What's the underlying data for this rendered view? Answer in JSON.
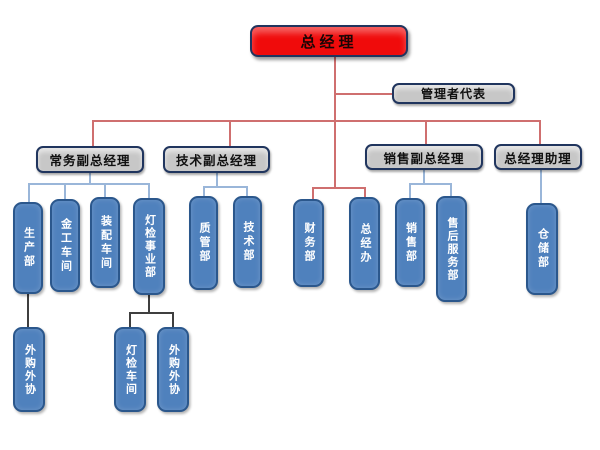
{
  "diagram": {
    "type": "org-chart",
    "nodes": {
      "gm": {
        "label": "总经理"
      },
      "rep": {
        "label": "管理者代表"
      },
      "vp_exec": {
        "label": "常务副总经理"
      },
      "vp_tech": {
        "label": "技术副总经理"
      },
      "vp_sales": {
        "label": "销售副总经理"
      },
      "gm_assist": {
        "label": "总经理助理"
      },
      "production": {
        "label": "生产部"
      },
      "metalwork": {
        "label": "金工车间"
      },
      "assembly": {
        "label": "装配车间"
      },
      "lamp_div": {
        "label": "灯检事业部"
      },
      "quality": {
        "label": "质管部"
      },
      "tech_dept": {
        "label": "技术部"
      },
      "finance": {
        "label": "财务部"
      },
      "gm_office": {
        "label": "总经办"
      },
      "sales_dept": {
        "label": "销售部"
      },
      "after_sales": {
        "label": "售后服务部"
      },
      "warehouse": {
        "label": "仓储部"
      },
      "outsource_prod": {
        "label": "外购外协"
      },
      "lamp_workshop": {
        "label": "灯检车间"
      },
      "outsource_lamp": {
        "label": "外购外协"
      }
    },
    "edges": [
      {
        "from": "gm",
        "to": "rep"
      },
      {
        "from": "gm",
        "to": "vp_exec"
      },
      {
        "from": "gm",
        "to": "vp_tech"
      },
      {
        "from": "gm",
        "to": "vp_sales"
      },
      {
        "from": "gm",
        "to": "gm_assist"
      },
      {
        "from": "gm",
        "to": "finance"
      },
      {
        "from": "gm",
        "to": "gm_office"
      },
      {
        "from": "vp_exec",
        "to": "production"
      },
      {
        "from": "vp_exec",
        "to": "metalwork"
      },
      {
        "from": "vp_exec",
        "to": "assembly"
      },
      {
        "from": "vp_exec",
        "to": "lamp_div"
      },
      {
        "from": "vp_tech",
        "to": "quality"
      },
      {
        "from": "vp_tech",
        "to": "tech_dept"
      },
      {
        "from": "vp_sales",
        "to": "sales_dept"
      },
      {
        "from": "vp_sales",
        "to": "after_sales"
      },
      {
        "from": "gm_assist",
        "to": "warehouse"
      },
      {
        "from": "production",
        "to": "outsource_prod"
      },
      {
        "from": "lamp_div",
        "to": "lamp_workshop"
      },
      {
        "from": "lamp_div",
        "to": "outsource_lamp"
      }
    ],
    "colors": {
      "background": "#ffffff",
      "top-fill": "#f00b0b",
      "branch-fill": "#c7c7c7",
      "dept-fill": "#4f81bd",
      "node-border": "#20355e",
      "dept-border": "#2b578c",
      "line-red": "#cf6f6f",
      "line-blue": "#9ab6d9",
      "line-dark": "#3f3f3f"
    }
  }
}
